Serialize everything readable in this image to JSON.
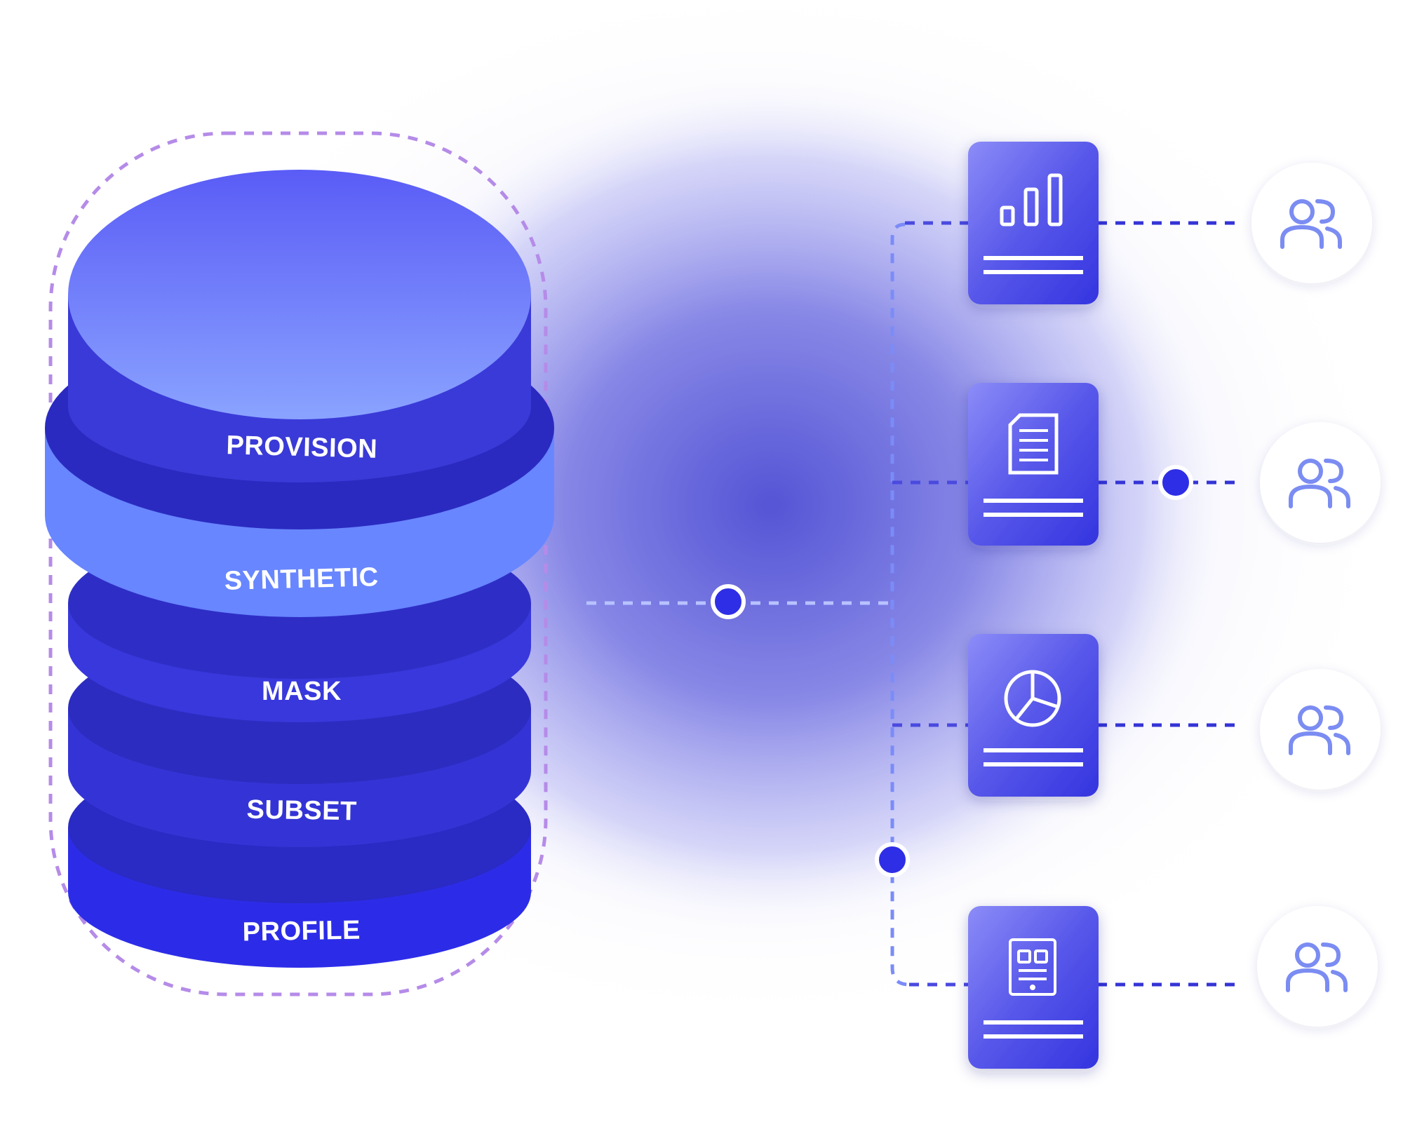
{
  "layers": [
    {
      "id": "provision",
      "label": "PROVISION"
    },
    {
      "id": "synthetic",
      "label": "SYNTHETIC"
    },
    {
      "id": "mask",
      "label": "MASK"
    },
    {
      "id": "subset",
      "label": "SUBSET"
    },
    {
      "id": "profile",
      "label": "PROFILE"
    }
  ],
  "outputs": [
    {
      "icon": "bar-chart-icon",
      "user_icon": "users-icon"
    },
    {
      "icon": "document-icon",
      "user_icon": "users-icon"
    },
    {
      "icon": "pie-chart-icon",
      "user_icon": "users-icon"
    },
    {
      "icon": "dashboard-icon",
      "user_icon": "users-icon"
    }
  ],
  "colors": {
    "primary": "#3a3ae0",
    "light_blue": "#6b88ff",
    "glow": "#6f6fe0",
    "dashed_outline": "#b58be8",
    "user_icon": "#7b8cf2",
    "connector": "#3434d6"
  }
}
